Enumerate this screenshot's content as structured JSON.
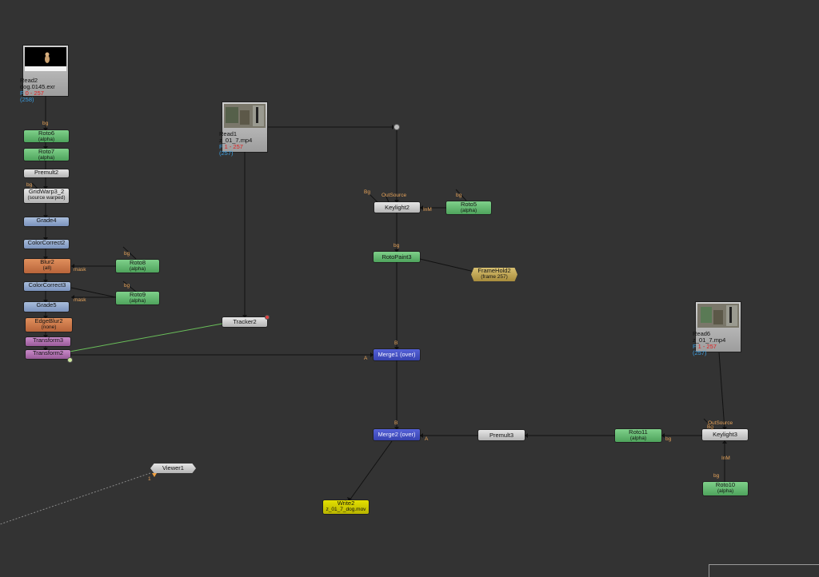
{
  "reads": {
    "read2": {
      "name": "Read2",
      "file": "dog.0145.exr",
      "range_prefix": "F",
      "range": "0 - 257",
      "frames": "(258)"
    },
    "read1": {
      "name": "Read1",
      "file": "z_01_7.mp4",
      "range_prefix": "F",
      "range": "1 - 257",
      "frames": "(257)"
    },
    "read6": {
      "name": "Read6",
      "file": "z_01_7.mp4",
      "range_prefix": "F",
      "range": "1 - 257",
      "frames": "(257)"
    }
  },
  "nodes": {
    "roto6": {
      "name": "Roto6",
      "sub": "(alpha)"
    },
    "roto7": {
      "name": "Roto7",
      "sub": "(alpha)"
    },
    "premult2": {
      "name": "Premult2"
    },
    "gridwarp": {
      "name": "GridWarp3_2",
      "sub": "(source warped)"
    },
    "grade4": {
      "name": "Grade4"
    },
    "colorcorrect2": {
      "name": "ColorCorrect2"
    },
    "blur2": {
      "name": "Blur2",
      "sub": "(all)"
    },
    "roto8": {
      "name": "Roto8",
      "sub": "(alpha)"
    },
    "colorcorrect3": {
      "name": "ColorCorrect3"
    },
    "roto9": {
      "name": "Roto9",
      "sub": "(alpha)"
    },
    "grade5": {
      "name": "Grade5"
    },
    "edgeblur2": {
      "name": "EdgeBlur2",
      "sub": "(none)"
    },
    "transform3": {
      "name": "Transform3"
    },
    "transform2": {
      "name": "Transform2"
    },
    "tracker2": {
      "name": "Tracker2"
    },
    "keylight2": {
      "name": "Keylight2"
    },
    "roto5": {
      "name": "Roto5",
      "sub": "(alpha)"
    },
    "rotopaint3": {
      "name": "RotoPaint3"
    },
    "framehold2": {
      "name": "FrameHold2",
      "sub": "(frame 257)"
    },
    "merge1": {
      "name": "Merge1 (over)"
    },
    "merge2": {
      "name": "Merge2 (over)"
    },
    "premult3": {
      "name": "Premult3"
    },
    "roto11": {
      "name": "Roto11",
      "sub": "(alpha)"
    },
    "keylight3": {
      "name": "Keylight3"
    },
    "roto10": {
      "name": "Roto10",
      "sub": "(alpha)"
    },
    "write2": {
      "name": "Write2",
      "sub": "z_01_7_dog.mov"
    },
    "viewer1": {
      "name": "Viewer1"
    }
  },
  "pipe_labels": {
    "bg": "bg",
    "Bg": "Bg",
    "mask": "mask",
    "inm": "InM",
    "A": "A",
    "B": "B",
    "outsource": "OutSource",
    "viewer_input": "1"
  },
  "colors": {
    "background": "#333333",
    "pipe": "#111111",
    "tracker_link": "#6abf5a",
    "pipe_label": "#e8a45a",
    "range_red": "#e02020",
    "range_blue": "#3a9de0"
  }
}
